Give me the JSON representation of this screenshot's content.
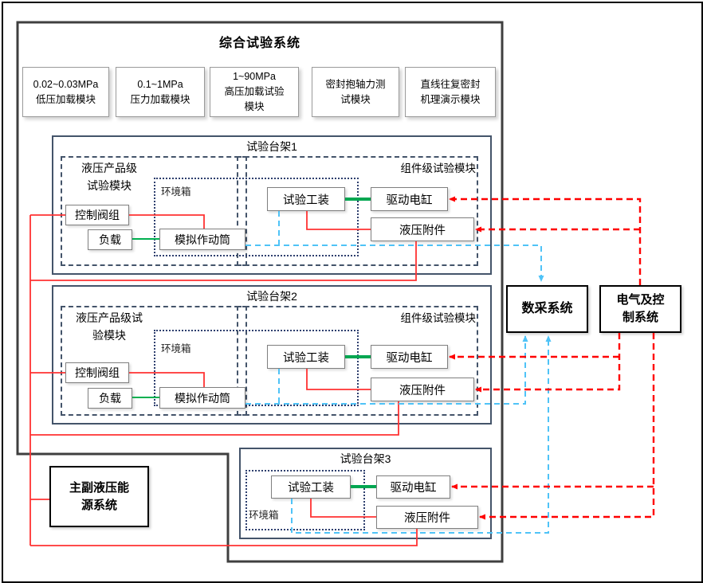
{
  "page_title": "综合试验系统",
  "load_modules": [
    {
      "line1": "0.02~0.03MPa",
      "line2": "低压加载模块",
      "line3": ""
    },
    {
      "line1": "0.1~1MPa",
      "line2": "压力加载模块",
      "line3": ""
    },
    {
      "line1": "1~90MPa",
      "line2": "高压加载试验",
      "line3": "模块"
    },
    {
      "line1": "密封抱轴力测",
      "line2": "试模块",
      "line3": ""
    },
    {
      "line1": "直线往复密封",
      "line2": "机理演示模块",
      "line3": ""
    }
  ],
  "bench1": {
    "title": "试验台架1",
    "product_module_line1": "液压产品级",
    "product_module_line2": "试验模块",
    "env_chamber": "环境箱",
    "component_module": "组件级试验模块",
    "valve_group": "控制阀组",
    "load": "负载",
    "sim_actuator": "模拟作动筒",
    "fixture": "试验工装",
    "drive_cylinder": "驱动电缸",
    "hyd_accessory": "液压附件"
  },
  "bench2": {
    "title": "试验台架2",
    "product_module_line1": "液压产品级试",
    "product_module_line2": "验模块",
    "env_chamber": "环境箱",
    "component_module": "组件级试验模块",
    "valve_group": "控制阀组",
    "load": "负载",
    "sim_actuator": "模拟作动筒",
    "fixture": "试验工装",
    "drive_cylinder": "驱动电缸",
    "hyd_accessory": "液压附件"
  },
  "bench3": {
    "title": "试验台架3",
    "env_chamber": "环境箱",
    "fixture": "试验工装",
    "drive_cylinder": "驱动电缸",
    "hyd_accessory": "液压附件"
  },
  "systems": {
    "daq": "数采系统",
    "electrical_line1": "电气及控",
    "electrical_line2": "制系统",
    "hydraulic_line1": "主副液压能",
    "hydraulic_line2": "源系统"
  },
  "colors": {
    "red_solid": "#ff3232",
    "red_dashed": "#ff0000",
    "blue_dashed": "#4fc3f7",
    "green_thin": "#00b050",
    "green_thick": "#00a651",
    "box_border": "#44546a",
    "outer_border": "#3f3f3f"
  }
}
